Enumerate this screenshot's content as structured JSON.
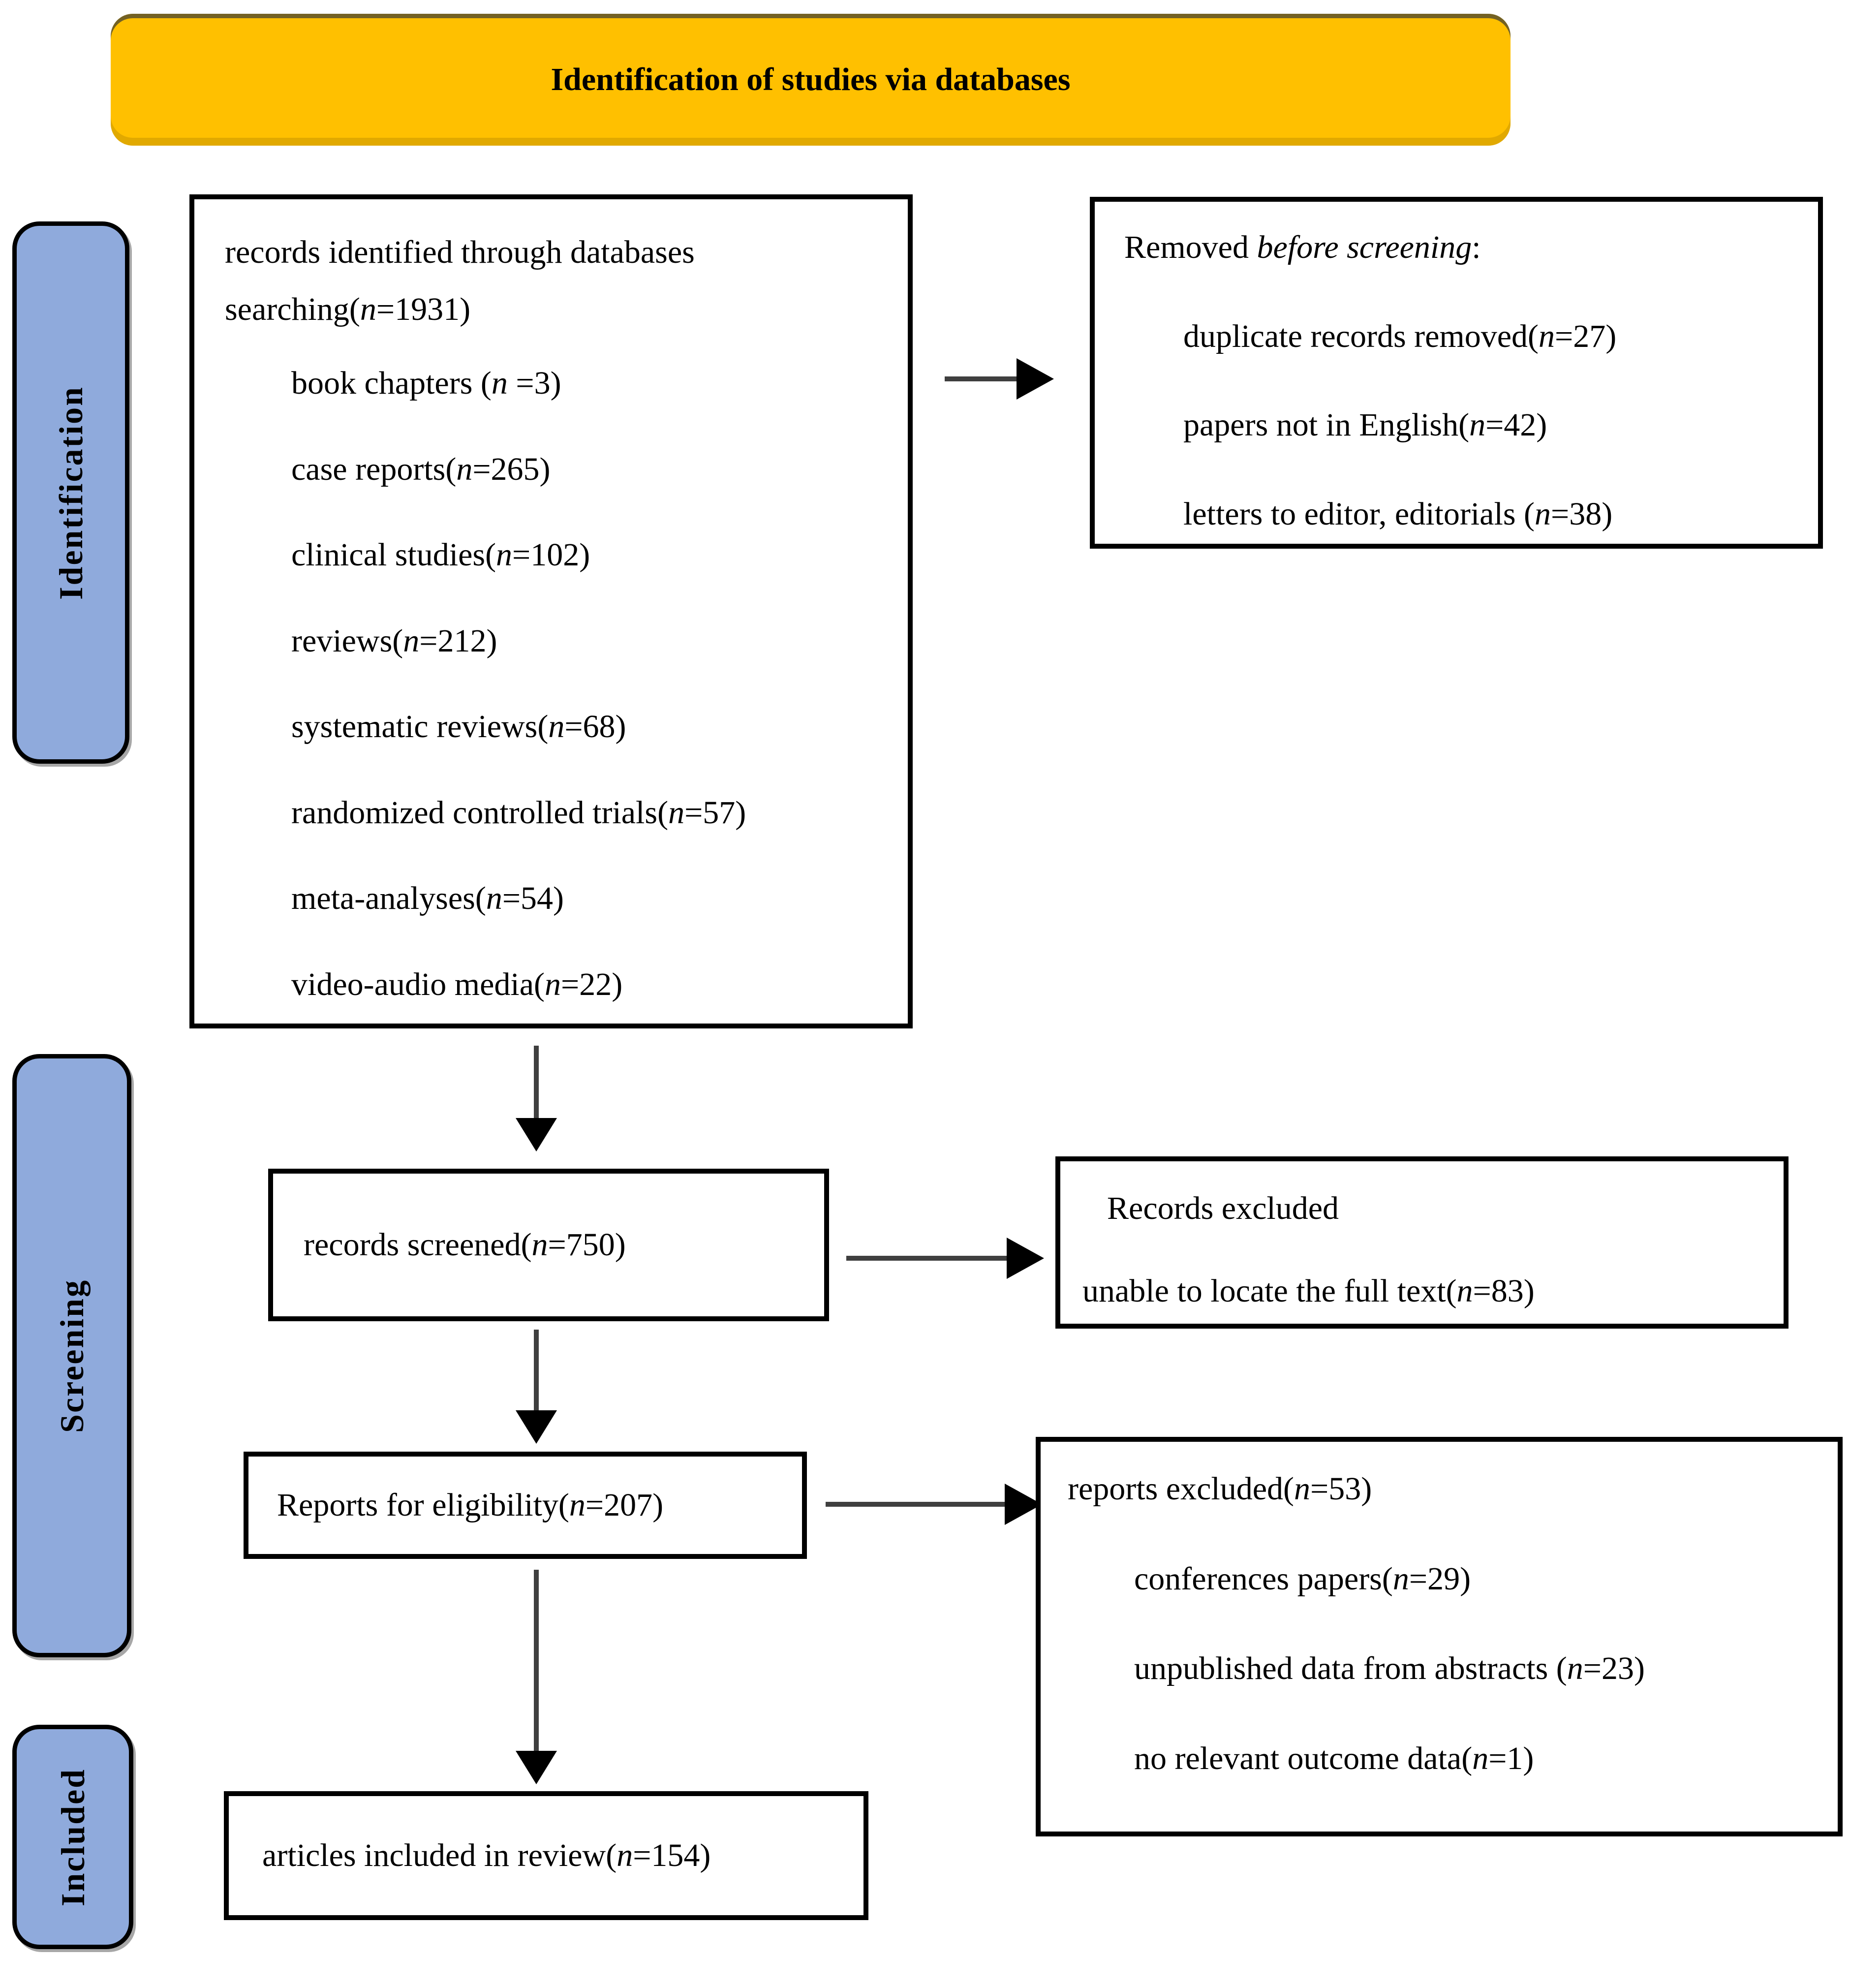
{
  "colors": {
    "header_bg": "#FFC000",
    "sidebar_bg": "#8FAADC",
    "box_border": "#000000",
    "arrow": "#3F3F3F"
  },
  "header": {
    "title": "Identification of studies via databases"
  },
  "sidebar": [
    {
      "label": "Identification"
    },
    {
      "label": "Screening"
    },
    {
      "label": "Included"
    }
  ],
  "flow": {
    "identified": {
      "heading": "records identified through databases searching(n=1931)",
      "items": [
        "book chapters (n =3)",
        "case reports(n=265)",
        "clinical studies(n=102)",
        "reviews(n=212)",
        "systematic reviews(n=68)",
        "randomized controlled trials(n=57)",
        "meta-analyses(n=54)",
        "video-audio media(n=22)"
      ]
    },
    "removed": {
      "title_prefix": "Removed ",
      "title_italic": "before screening",
      "title_suffix": ":",
      "items": [
        "duplicate records removed(n=27)",
        "papers not in English(n=42)",
        "letters to editor, editorials (n=38)"
      ]
    },
    "screened": {
      "label": "records screened(n=750)"
    },
    "records_excluded": {
      "line1": "Records excluded",
      "line2": "unable to locate the full text(n=83)"
    },
    "eligibility": {
      "label": "Reports for eligibility(n=207)"
    },
    "reports_excluded": {
      "title": "reports excluded(n=53)",
      "items": [
        "conferences papers(n=29)",
        "unpublished data from abstracts (n=23)",
        "no relevant outcome data(n=1)"
      ]
    },
    "included_review": {
      "label": "articles included in review(n=154)"
    }
  }
}
